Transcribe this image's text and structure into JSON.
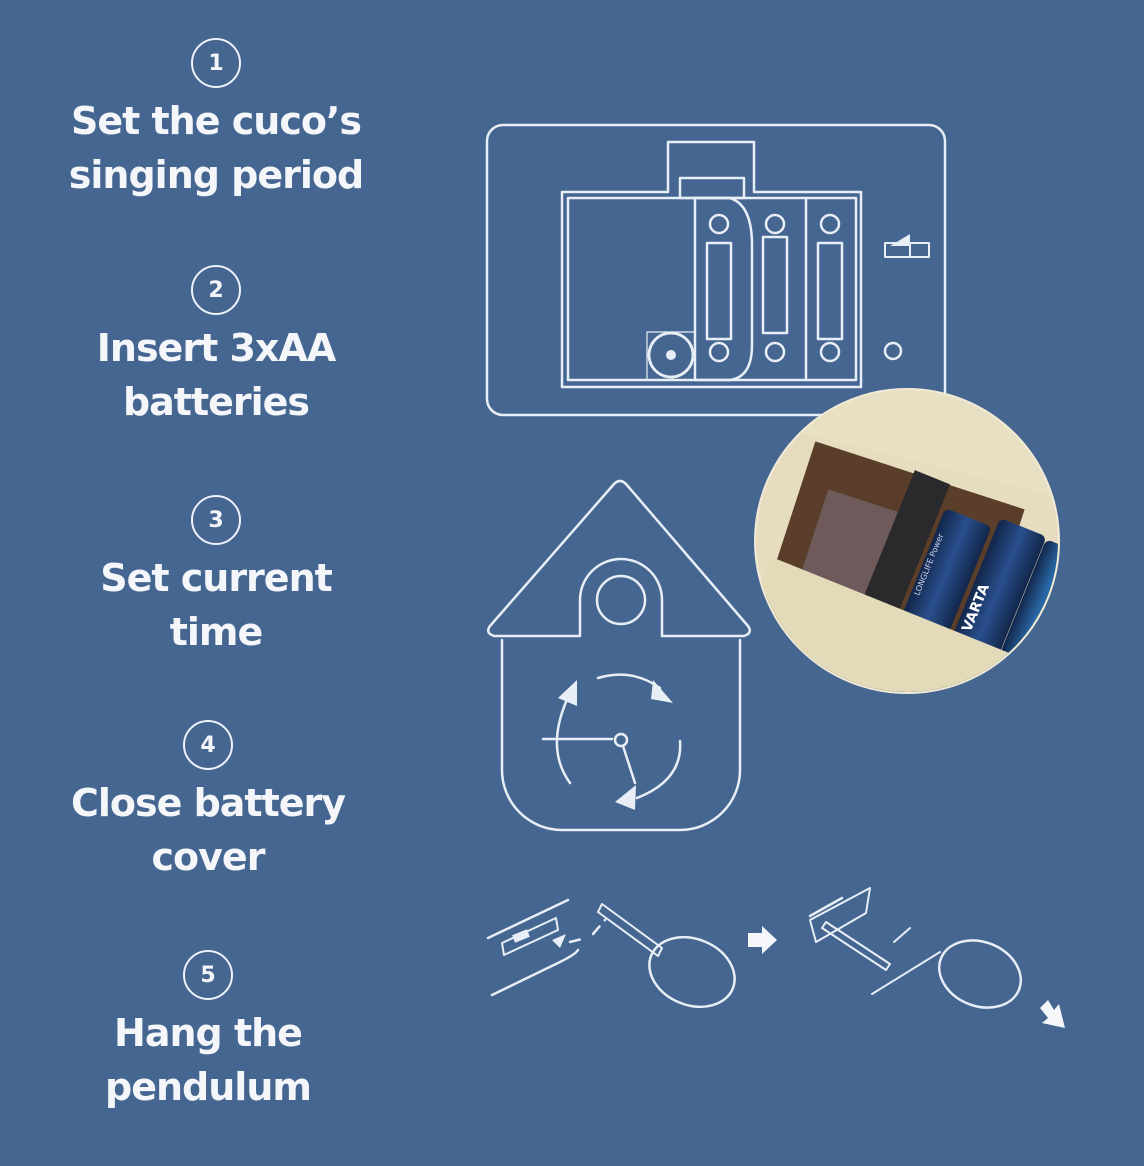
{
  "steps": [
    {
      "number": "1",
      "title_line1": "Set the cuco’s",
      "title_line2": "singing period"
    },
    {
      "number": "2",
      "title_line1": "Insert 3xAA",
      "title_line2": "batteries"
    },
    {
      "number": "3",
      "title_line1": "Set current",
      "title_line2": "time"
    },
    {
      "number": "4",
      "title_line1": "Close battery",
      "title_line2": "cover"
    },
    {
      "number": "5",
      "title_line1": "Hang the",
      "title_line2": "pendulum"
    }
  ],
  "photo": {
    "battery_brand": "VARTA",
    "battery_size": "AA",
    "battery_line": "LONGLIFE Power"
  },
  "colors": {
    "background": "#446690",
    "line": "#e8eef6"
  }
}
